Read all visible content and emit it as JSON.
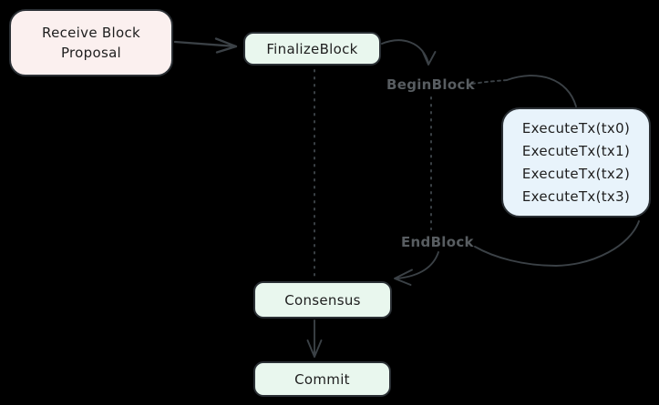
{
  "colors": {
    "bg": "#000000",
    "stroke": "#3b4146",
    "label": "#585d61",
    "box_border": "#2b3035",
    "box_text": "#1e1e1e",
    "pink_fill": "#fbf0ef",
    "green_fill": "#e9f7ee",
    "blue_fill": "#e8f3fb"
  },
  "nodes": {
    "receive": {
      "lines": [
        "Receive Block",
        "Proposal"
      ]
    },
    "finalize": {
      "label": "FinalizeBlock"
    },
    "begin_block": {
      "label": "BeginBlock"
    },
    "execute": {
      "lines": [
        "ExecuteTx(tx0)",
        "ExecuteTx(tx1)",
        "ExecuteTx(tx2)",
        "ExecuteTx(tx3)"
      ]
    },
    "end_block": {
      "label": "EndBlock"
    },
    "consensus": {
      "label": "Consensus"
    },
    "commit": {
      "label": "Commit"
    }
  }
}
